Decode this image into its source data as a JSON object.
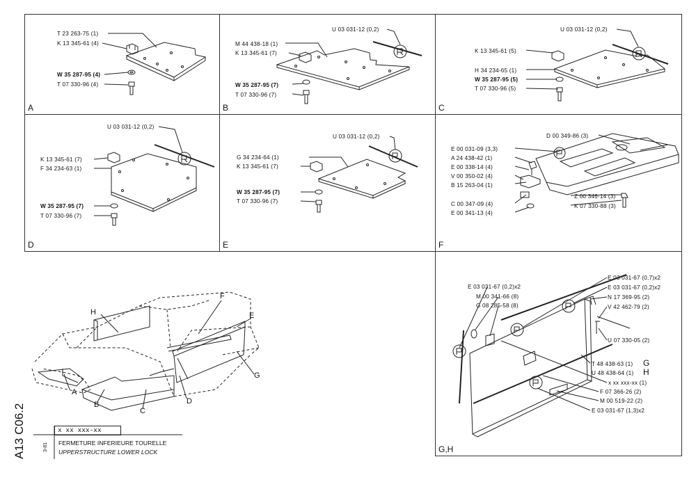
{
  "panels": {
    "A": {
      "label": "A",
      "parts": {
        "p1": "T 23 263-75 (1)",
        "p2": "K 13 345-61 (4)",
        "p3": "W 35 287-95 (4)",
        "p4": "T 07 330-96 (4)"
      }
    },
    "B": {
      "label": "B",
      "parts": {
        "u": "U 03 031-12 (0,2)",
        "p1": "M 44 438-18 (1)",
        "p2": "K 13 345-61 (7)",
        "p3": "W 35 287-95 (7)",
        "p4": "T 07 330-96 (7)"
      }
    },
    "C": {
      "label": "C",
      "parts": {
        "u": "U 03 031-12 (0,2)",
        "p1": "K 13 345-61 (5)",
        "p2": "H 34 234-65 (1)",
        "p3": "W 35 287-95 (5)",
        "p4": "T 07 330-96 (5)"
      }
    },
    "D": {
      "label": "D",
      "parts": {
        "u": "U 03 031-12 (0,2)",
        "p1": "K 13 345-61 (7)",
        "p2": "F 34 234-63 (1)",
        "p3": "W 35 287-95 (7)",
        "p4": "T 07 330-96 (7)"
      }
    },
    "E": {
      "label": "E",
      "parts": {
        "u": "U 03 031-12 (0,2)",
        "p1": "G 34 234-64 (1)",
        "p2": "K 13 345-61 (7)",
        "p3": "W 35 287-95 (7)",
        "p4": "T 07 330-96 (7)"
      }
    },
    "F": {
      "label": "F",
      "parts": {
        "d": "D 00 349-86 (3)",
        "e1": "E 00 031-09 (3,3)",
        "a": "A 24 438-42 (1)",
        "e2": "E 00 338-14 (4)",
        "v": "V 00 350-02 (4)",
        "b": "B 15 263-04 (1)",
        "z": "Z 00 346-14 (3)",
        "k": "K 07 330-88 (3)",
        "c": "C 00 347-09 (4)",
        "e3": "E 00 341-13 (4)"
      }
    },
    "GH": {
      "label": "G,H",
      "parts": {
        "e1": "E 03 031-67 (0,2)x2",
        "m1": "M 00 341-66 (8)",
        "g": "G 08 285-58 (8)",
        "e2": "E 03 031-67 (0,7)x2",
        "e3": "E 03 031-67 (0,2)x2",
        "n": "N 17 369-95 (2)",
        "v": "V 42 462-79 (2)",
        "u": "U 07 330-05 (2)",
        "t": "T 48 438-63 (1)",
        "tg": "G",
        "uh": "U 48 438-64 (1)",
        "uhh": "H",
        "x": "x xx xxx-xx (1)",
        "f": "F 07 366-26 (2)",
        "m2": "M 00 519-22 (2)",
        "e4": "E 03 031-67 (1,3)x2"
      }
    }
  },
  "overview": {
    "labels": {
      "H": "H",
      "F": "F",
      "E": "E",
      "G": "G",
      "A": "A",
      "B": "B",
      "C": "C",
      "D": "D"
    }
  },
  "titleblock": {
    "code": "A13  C06.2",
    "ref": "x xx   xxx-xx",
    "date": "3-81",
    "title_fr": "FERMETURE INFERIEURE TOURELLE",
    "title_en": "UPPERSTRUCTURE LOWER LOCK"
  }
}
